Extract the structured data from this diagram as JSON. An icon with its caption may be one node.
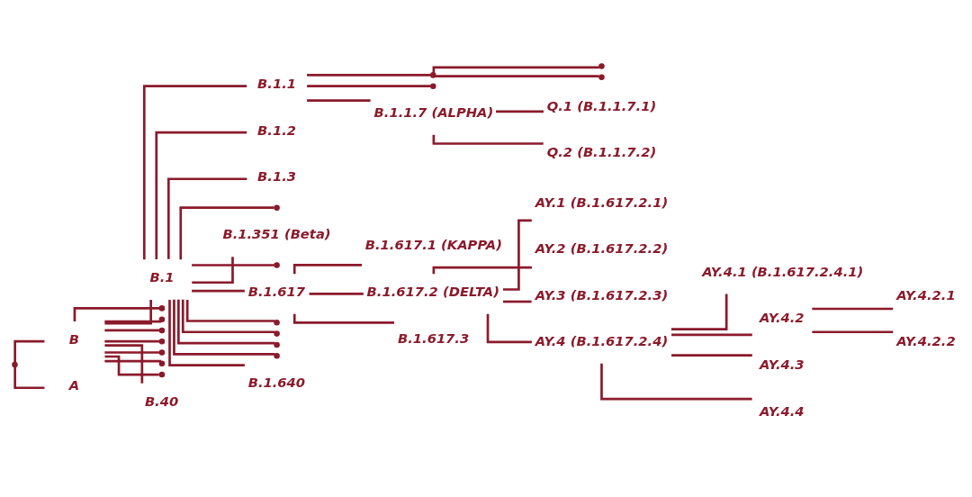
{
  "diagram": {
    "nodes": [
      {
        "text": [],
        "shape": "point"
      },
      {
        "text": [
          "B"
        ]
      },
      {
        "text": [
          "B.1"
        ]
      },
      {
        "text": [
          "B.1.1"
        ]
      },
      {
        "text": [],
        "shape": "point"
      },
      {
        "text": [],
        "shape": "point"
      },
      {
        "text": [],
        "shape": "point"
      },
      {
        "text": [],
        "shape": "point"
      },
      {
        "text": [
          "B.1.1.7 (ALPHA)"
        ]
      },
      {
        "text": [
          "Q.1 (B.1.1.7.1)"
        ]
      },
      {
        "text": [
          "Q.2 (B.1.1.7.2)"
        ]
      },
      {
        "text": [
          "B.1.2"
        ]
      },
      {
        "text": [
          "B.1.3"
        ]
      },
      {
        "text": [],
        "shape": "point"
      },
      {
        "text": [
          "B.1.351 (Beta)"
        ]
      },
      {
        "text": [],
        "shape": "point"
      },
      {
        "text": [
          "B.1.617"
        ]
      },
      {
        "text": [
          "B.1.617.1 (KAPPA)"
        ]
      },
      {
        "text": [
          "B.1.617.2 (DELTA)"
        ]
      },
      {
        "text": [
          "AY.1 (B.1.617.2.1)"
        ]
      },
      {
        "text": [
          "AY.2 (B.1.617.2.2)"
        ]
      },
      {
        "text": [
          "AY.3 (B.1.617.2.3)"
        ]
      },
      {
        "text": [
          "AY.4 (B.1.617.2.4)"
        ]
      },
      {
        "text": [
          "AY.4.1 (B.1.617.2.4.1)"
        ]
      },
      {
        "text": [
          "AY.4.2"
        ]
      },
      {
        "text": [
          "AY.4.2.1"
        ]
      },
      {
        "text": [
          "AY.4.2.2"
        ]
      },
      {
        "text": [
          "AY.4.3"
        ]
      },
      {
        "text": [
          "AY.4.4"
        ]
      },
      {
        "text": [
          "B.1.617.3"
        ]
      },
      {
        "text": [],
        "shape": "point"
      },
      {
        "text": [],
        "shape": "point"
      },
      {
        "text": [],
        "shape": "point"
      },
      {
        "text": [],
        "shape": "point"
      },
      {
        "text": [
          "B.1.640"
        ]
      },
      {
        "text": [],
        "shape": "point"
      },
      {
        "text": [],
        "shape": "point"
      },
      {
        "text": [],
        "shape": "point"
      },
      {
        "text": [],
        "shape": "point"
      },
      {
        "text": [],
        "shape": "point"
      },
      {
        "text": [],
        "shape": "point"
      },
      {
        "text": [],
        "shape": "point"
      },
      {
        "text": [
          "B.40"
        ]
      },
      {
        "text": [
          "A"
        ]
      }
    ],
    "edges": [
      {
        "from": 0,
        "to": 1,
        "arrow": "none"
      },
      {
        "from": 1,
        "to": 2,
        "arrow": "none"
      },
      {
        "from": 2,
        "to": 3,
        "arrow": "none"
      },
      {
        "from": 3,
        "to": 4,
        "arrow": "none"
      },
      {
        "from": 4,
        "to": 5,
        "arrow": "none"
      },
      {
        "from": 4,
        "to": 6,
        "arrow": "none"
      },
      {
        "from": 3,
        "to": 7,
        "arrow": "none"
      },
      {
        "from": 3,
        "to": 8,
        "arrow": "none"
      },
      {
        "from": 8,
        "to": 9,
        "arrow": "none"
      },
      {
        "from": 8,
        "to": 10,
        "arrow": "none"
      },
      {
        "from": 2,
        "to": 11,
        "arrow": "none"
      },
      {
        "from": 2,
        "to": 12,
        "arrow": "none"
      },
      {
        "from": 2,
        "to": 13,
        "arrow": "none"
      },
      {
        "from": 2,
        "to": 14,
        "arrow": "none"
      },
      {
        "from": 2,
        "to": 15,
        "arrow": "none"
      },
      {
        "from": 2,
        "to": 16,
        "arrow": "none"
      },
      {
        "from": 16,
        "to": 17,
        "arrow": "none"
      },
      {
        "from": 16,
        "to": 18,
        "arrow": "none"
      },
      {
        "from": 18,
        "to": 19,
        "arrow": "none"
      },
      {
        "from": 18,
        "to": 20,
        "arrow": "none"
      },
      {
        "from": 18,
        "to": 21,
        "arrow": "none"
      },
      {
        "from": 18,
        "to": 22,
        "arrow": "none"
      },
      {
        "from": 22,
        "to": 23,
        "arrow": "none"
      },
      {
        "from": 22,
        "to": 24,
        "arrow": "none"
      },
      {
        "from": 24,
        "to": 25,
        "arrow": "none"
      },
      {
        "from": 24,
        "to": 26,
        "arrow": "none"
      },
      {
        "from": 22,
        "to": 27,
        "arrow": "none"
      },
      {
        "from": 22,
        "to": 28,
        "arrow": "none"
      },
      {
        "from": 16,
        "to": 29,
        "arrow": "none"
      },
      {
        "from": 2,
        "to": 30,
        "arrow": "none"
      },
      {
        "from": 2,
        "to": 31,
        "arrow": "none"
      },
      {
        "from": 2,
        "to": 32,
        "arrow": "none"
      },
      {
        "from": 2,
        "to": 33,
        "arrow": "none"
      },
      {
        "from": 2,
        "to": 34,
        "arrow": "none"
      },
      {
        "from": 1,
        "to": 35,
        "arrow": "none"
      },
      {
        "from": 1,
        "to": 36,
        "arrow": "none"
      },
      {
        "from": 1,
        "to": 37,
        "arrow": "none"
      },
      {
        "from": 1,
        "to": 38,
        "arrow": "none"
      },
      {
        "from": 1,
        "to": 39,
        "arrow": "none"
      },
      {
        "from": 1,
        "to": 40,
        "arrow": "none"
      },
      {
        "from": 1,
        "to": 41,
        "arrow": "none"
      },
      {
        "from": 1,
        "to": 42,
        "arrow": "none"
      },
      {
        "from": 0,
        "to": 43,
        "arrow": "none"
      }
    ]
  }
}
